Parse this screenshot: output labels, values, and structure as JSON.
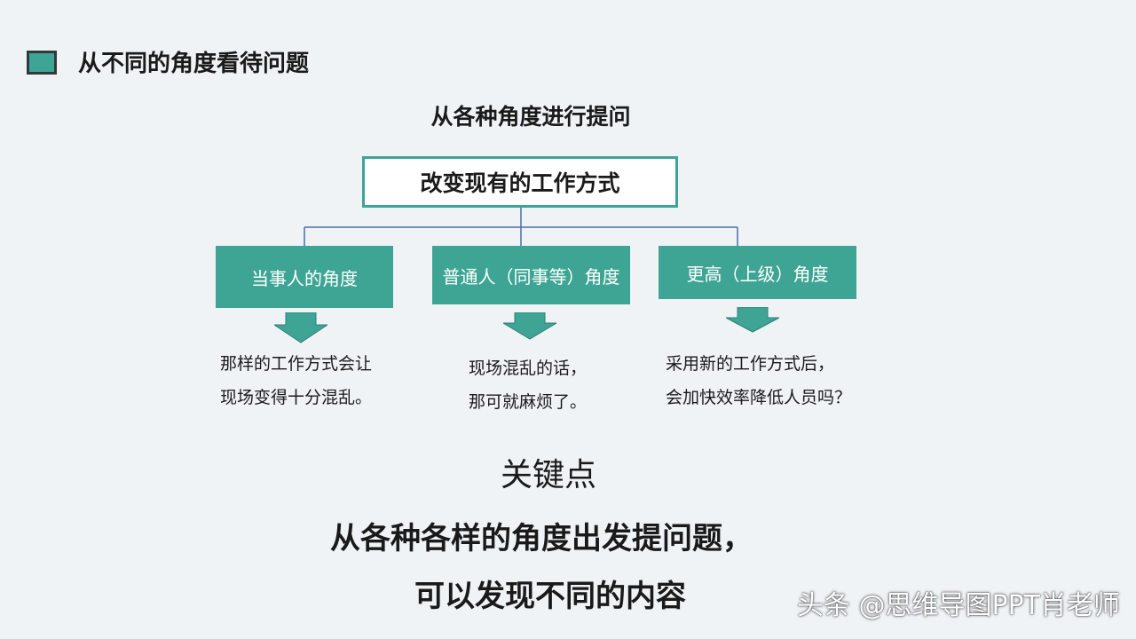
{
  "header": {
    "icon": "teal-square-icon",
    "title": "从不同的角度看待问题"
  },
  "diagram": {
    "subtitle": "从各种角度进行提问",
    "root": "改变现有的工作方式",
    "nodes": [
      {
        "label": "当事人的角度",
        "desc": [
          "那样的工作方式会让",
          "现场变得十分混乱。"
        ]
      },
      {
        "label": "普通人（同事等）角度",
        "desc": [
          "现场混乱的话，",
          "那可就麻烦了。"
        ]
      },
      {
        "label": "更高（上级）角度",
        "desc": [
          "采用新的工作方式后，",
          "会加快效率降低人员吗？"
        ]
      }
    ],
    "colors": {
      "accent": "#3ea595",
      "connector": "#4a6fa5",
      "border": "#2f3a3a"
    }
  },
  "key": {
    "title": "关键点",
    "lines": [
      "从各种各样的角度出发提问题，",
      "可以发现不同的内容"
    ]
  },
  "watermark": "头条 @思维导图PPT肖老师"
}
